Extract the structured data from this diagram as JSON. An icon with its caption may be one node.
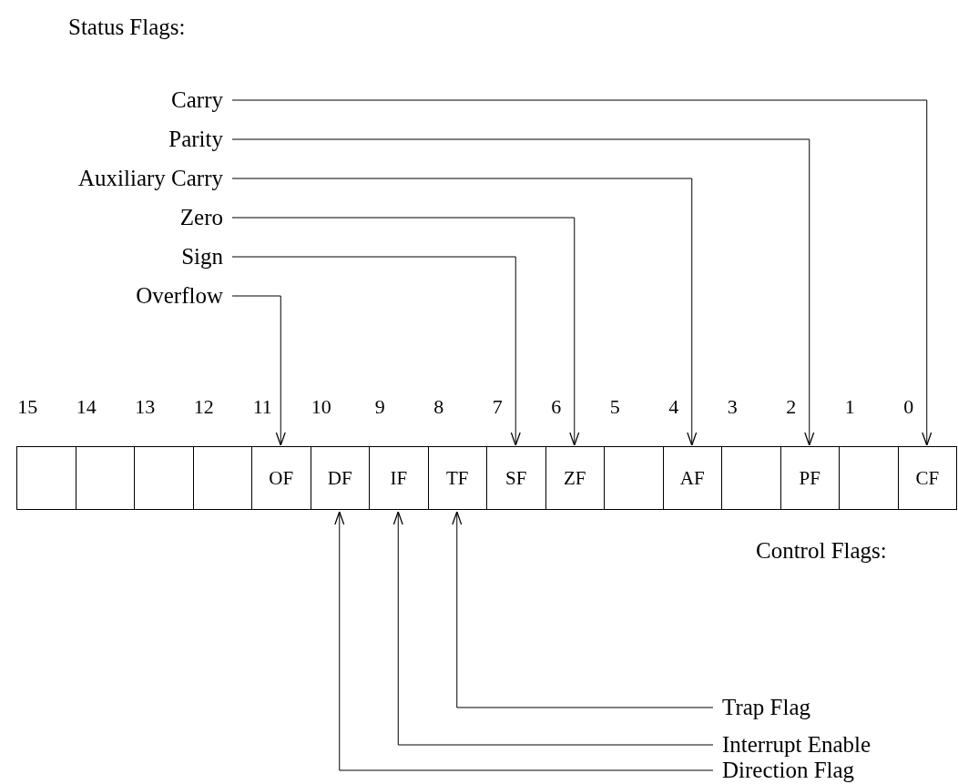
{
  "diagram": {
    "nodes": [
      {
        "text": [
          "Carry"
        ]
      },
      {
        "text": [
          "Parity"
        ]
      },
      {
        "text": [
          "Auxiliary Carry"
        ]
      },
      {
        "text": [
          "Zero"
        ]
      },
      {
        "text": [
          "Sign"
        ]
      },
      {
        "text": [
          "Overflow"
        ]
      },
      {
        "text": [],
        "shape": "box"
      },
      {
        "text": [],
        "shape": "box"
      },
      {
        "text": [],
        "shape": "box"
      },
      {
        "text": [],
        "shape": "box"
      },
      {
        "text": [
          "OF"
        ]
      },
      {
        "text": [
          "DF"
        ]
      },
      {
        "text": [
          "IF"
        ]
      },
      {
        "text": [
          "TF"
        ]
      },
      {
        "text": [
          "SF"
        ]
      },
      {
        "text": [
          "ZF"
        ]
      },
      {
        "text": [],
        "shape": "box"
      },
      {
        "text": [
          "AF"
        ]
      },
      {
        "text": [],
        "shape": "box"
      },
      {
        "text": [
          "PF"
        ]
      },
      {
        "text": [],
        "shape": "box"
      },
      {
        "text": [
          "CF"
        ]
      },
      {
        "text": [
          "Trap Flag"
        ]
      },
      {
        "text": [
          "Interrupt Enable"
        ]
      },
      {
        "text": [
          "Direction Flag"
        ]
      }
    ],
    "edges": [
      {
        "from": 0,
        "to": 21,
        "arrow": "to"
      },
      {
        "from": 1,
        "to": 19,
        "arrow": "to"
      },
      {
        "from": 2,
        "to": 17,
        "arrow": "to"
      },
      {
        "from": 3,
        "to": 15,
        "arrow": "to"
      },
      {
        "from": 4,
        "to": 14,
        "arrow": "to"
      },
      {
        "from": 5,
        "to": 10,
        "arrow": "to"
      },
      {
        "from": 22,
        "to": 13,
        "arrow": "to"
      },
      {
        "from": 23,
        "to": 12,
        "arrow": "to"
      },
      {
        "from": 24,
        "to": 11,
        "arrow": "to"
      }
    ],
    "labels": [
      "Status Flags:",
      "15",
      "14",
      "13",
      "12",
      "11",
      "10",
      "9",
      "8",
      "7",
      "6",
      "5",
      "4",
      "3",
      "2",
      "1",
      "0",
      "Control Flags:"
    ]
  }
}
